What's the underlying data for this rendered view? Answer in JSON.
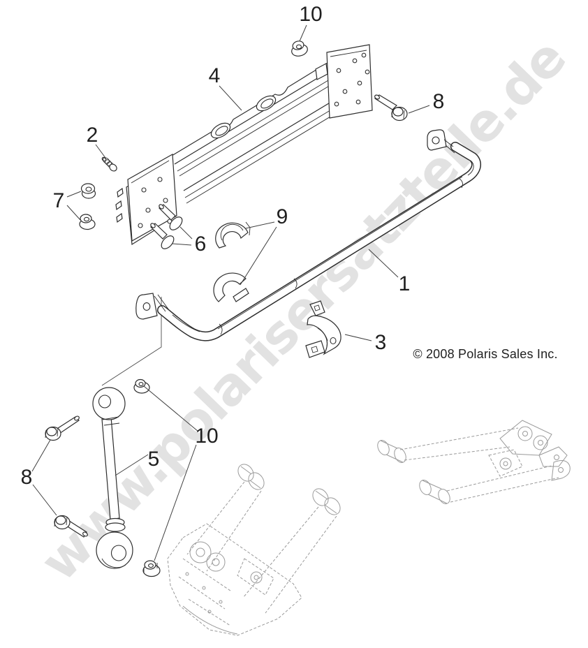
{
  "colors": {
    "line": "#2d2d2d",
    "faded": "#9a9a9a",
    "watermark": "#c6c6c6",
    "label": "#1f1f1f",
    "leader": "#3f3f3f"
  },
  "watermark": {
    "text": "www.polarisersatzteile.de"
  },
  "copyright": {
    "text": "© 2008 Polaris Sales Inc."
  },
  "callout_labels": [
    "10",
    "4",
    "8",
    "2",
    "7",
    "6",
    "9",
    "1",
    "3",
    "5",
    "8",
    "10"
  ]
}
